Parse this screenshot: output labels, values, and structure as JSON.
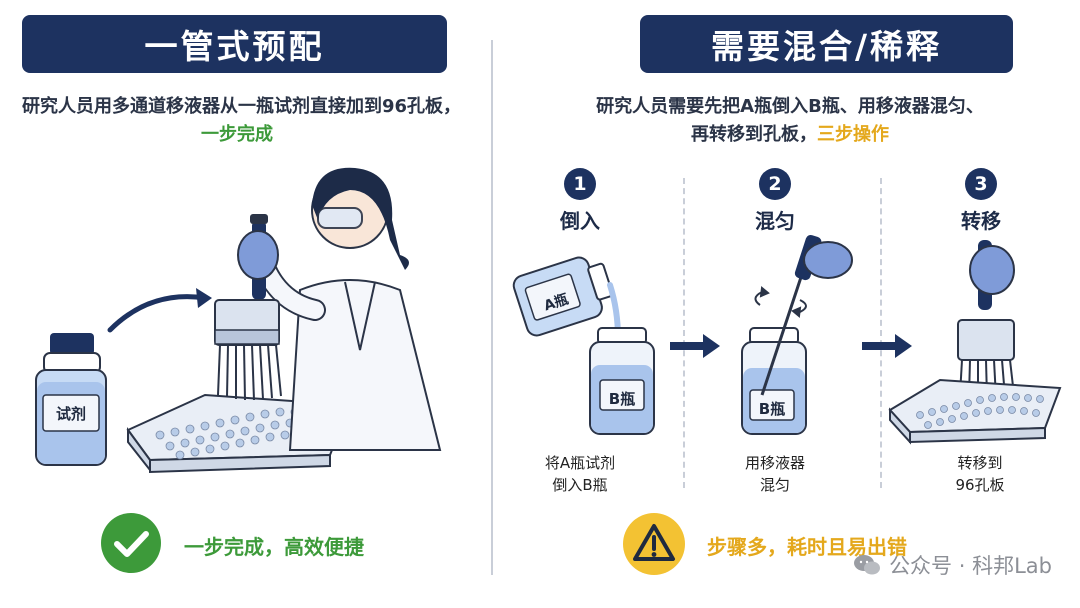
{
  "left": {
    "title": "一管式预配",
    "description": "研究人员用多通道移液器从一瓶试剂直接加到96孔板，",
    "highlight": "一步完成",
    "bottle_label": "试剂",
    "result": "一步完成，高效便捷",
    "result_color": "#3d9a3a"
  },
  "right": {
    "title": "需要混合/稀释",
    "description_line1": "研究人员需要先把A瓶倒入B瓶、用移液器混匀、",
    "description_line2": "再转移到孔板，",
    "highlight": "三步操作",
    "steps": [
      {
        "number": "1",
        "title": "倒入",
        "caption": "将A瓶试剂\n倒入B瓶"
      },
      {
        "number": "2",
        "title": "混匀",
        "caption": "用移液器\n混匀"
      },
      {
        "number": "3",
        "title": "转移",
        "caption": "转移到\n96孔板"
      }
    ],
    "bottle_a_label": "A瓶",
    "bottle_b_label": "B瓶",
    "bottle_b2_label": "B瓶",
    "warning": "步骤多，耗时且易出错",
    "warning_color": "#e4a81c"
  },
  "watermark": {
    "icon": "wechat-icon",
    "text": "公众号 · 科邦Lab"
  },
  "colors": {
    "navy": "#1d3260",
    "liquid": "#a9c4ec",
    "glove": "#7f9bd8"
  }
}
